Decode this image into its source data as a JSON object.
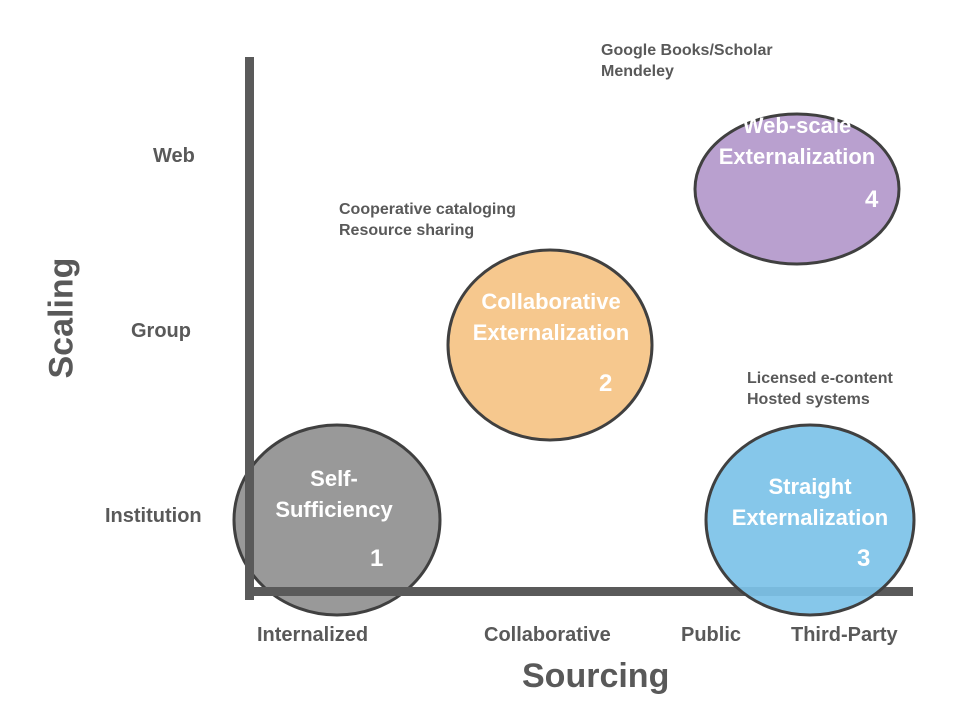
{
  "axes": {
    "x_title": "Sourcing",
    "y_title": "Scaling",
    "x_ticks": [
      "Internalized",
      "Collaborative",
      "Public",
      "Third-Party"
    ],
    "y_ticks": [
      "Web",
      "Group",
      "Institution"
    ]
  },
  "bubbles": [
    {
      "label_lines": [
        "Self-",
        "Sufficiency"
      ],
      "number": "1",
      "color": "#999999"
    },
    {
      "label_lines": [
        "Collaborative",
        "Externalization"
      ],
      "number": "2",
      "color": "#f6c88e"
    },
    {
      "label_lines": [
        "Straight",
        "Externalization"
      ],
      "number": "3",
      "color": "#7cc2e8"
    },
    {
      "label_lines": [
        "Web-scale",
        "Externalization"
      ],
      "number": "4",
      "color": "#b9a0cf"
    }
  ],
  "notes": [
    {
      "lines": [
        "Cooperative cataloging",
        "Resource sharing"
      ]
    },
    {
      "lines": [
        "Google Books/Scholar",
        "Mendeley"
      ]
    },
    {
      "lines": [
        "Licensed e-content",
        "Hosted systems"
      ]
    }
  ],
  "colors": {
    "axis": "#5a5a5a",
    "outline": "#404040",
    "text_gray": "#595959",
    "text_white": "#ffffff"
  }
}
